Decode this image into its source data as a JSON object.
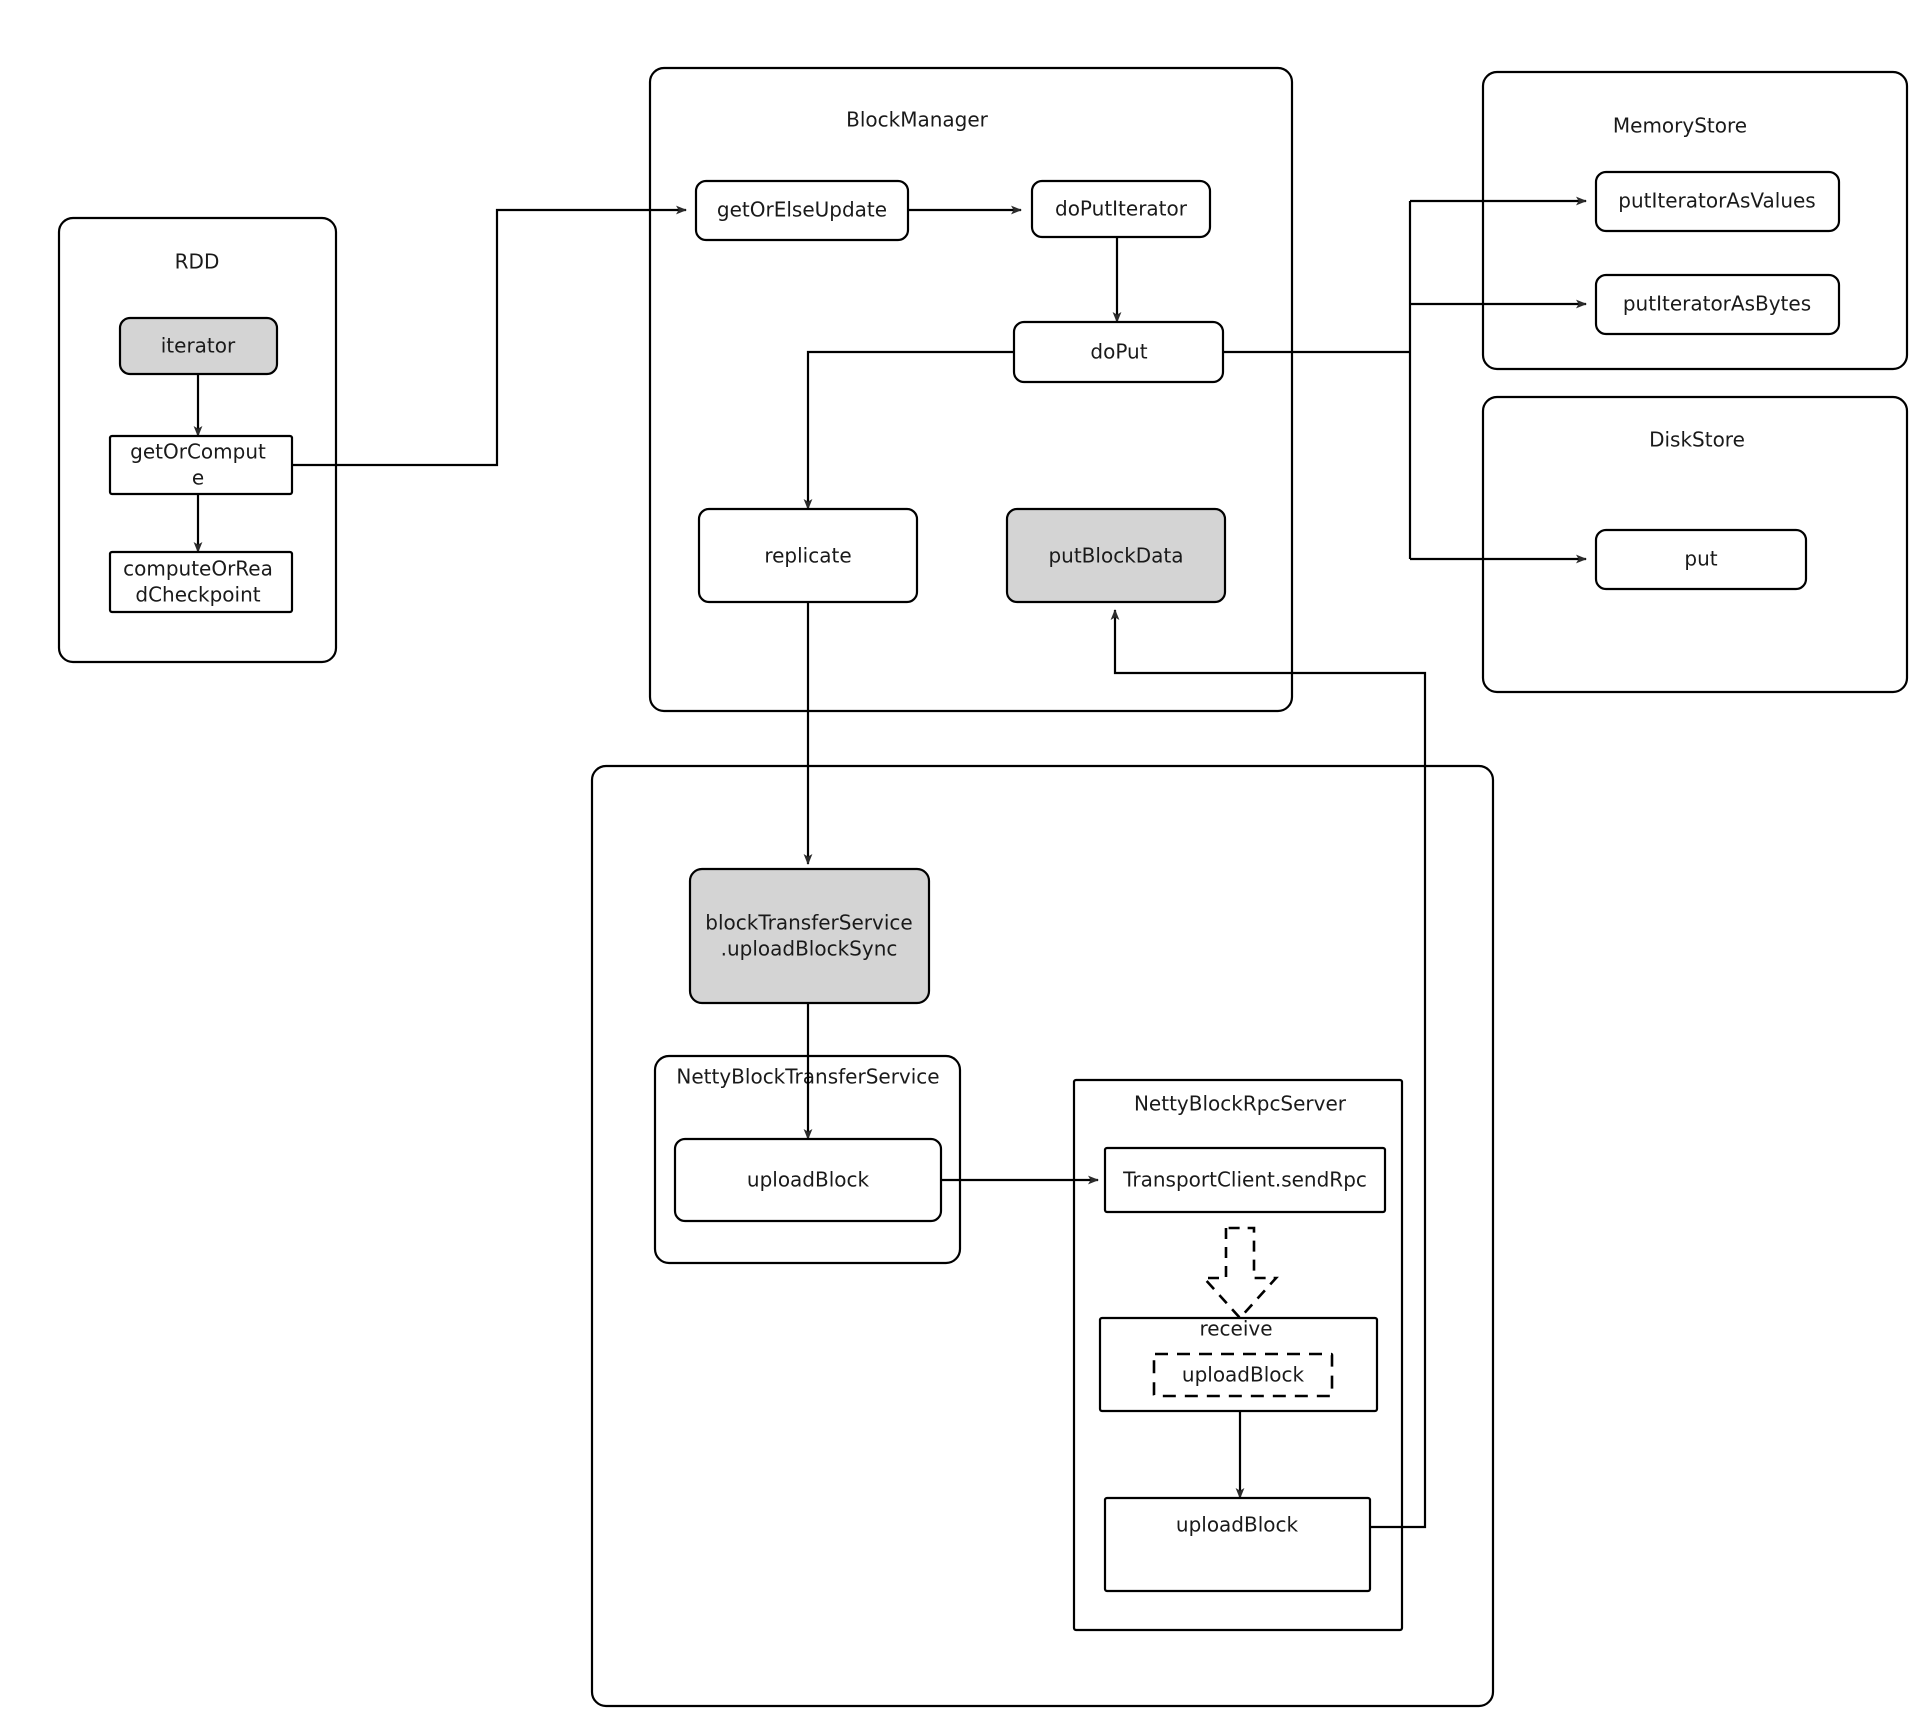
{
  "diagram": {
    "title": "Spark BlockManager block write flow",
    "type": "flowchart",
    "background_color": "#ffffff",
    "shaded_fill": "#d4d4d4",
    "plain_fill": "#ffffff",
    "stroke_color": "#000000"
  },
  "containers": {
    "rdd": {
      "label": "RDD"
    },
    "block_manager": {
      "label": "BlockManager"
    },
    "memory_store": {
      "label": "MemoryStore"
    },
    "disk_store": {
      "label": "DiskStore"
    },
    "outer_transfer": {
      "label": ""
    },
    "netty_block_transfer_service": {
      "label": "NettyBlockTransferService"
    },
    "netty_block_rpc_server": {
      "label": "NettyBlockRpcServer"
    }
  },
  "nodes": {
    "iterator": {
      "label": "iterator",
      "shaded": true
    },
    "get_or_compute": {
      "label_line1": "getOrComput",
      "label_line2": "e",
      "shaded": false
    },
    "compute_or_read_checkpoint": {
      "label_line1": "computeOrRea",
      "label_line2": "dCheckpoint",
      "shaded": false
    },
    "get_or_else_update": {
      "label": "getOrElseUpdate",
      "shaded": false
    },
    "do_put_iterator": {
      "label": "doPutIterator",
      "shaded": false
    },
    "do_put": {
      "label": "doPut",
      "shaded": false
    },
    "replicate": {
      "label": "replicate",
      "shaded": false
    },
    "put_block_data": {
      "label": "putBlockData",
      "shaded": true
    },
    "put_iterator_as_values": {
      "label": "putIteratorAsValues",
      "shaded": false
    },
    "put_iterator_as_bytes": {
      "label": "putIteratorAsBytes",
      "shaded": false
    },
    "disk_put": {
      "label": "put",
      "shaded": false
    },
    "block_transfer_service_upload_block_sync": {
      "label_line1": "blockTransferService",
      "label_line2": ".uploadBlockSync",
      "shaded": true
    },
    "upload_block_client": {
      "label": "uploadBlock",
      "shaded": false
    },
    "transport_client_send_rpc": {
      "label": "TransportClient.sendRpc",
      "shaded": false
    },
    "receive": {
      "label": "receive",
      "shaded": false
    },
    "receive_upload_block": {
      "label": "uploadBlock",
      "shaded": false,
      "dashed": true
    },
    "upload_block_server": {
      "label": "uploadBlock",
      "shaded": false
    }
  },
  "edges": [
    {
      "from": "iterator",
      "to": "get_or_compute",
      "arrow": true
    },
    {
      "from": "get_or_compute",
      "to": "compute_or_read_checkpoint",
      "arrow": true
    },
    {
      "from": "get_or_compute",
      "to": "get_or_else_update",
      "arrow": true
    },
    {
      "from": "get_or_else_update",
      "to": "do_put_iterator",
      "arrow": true
    },
    {
      "from": "do_put_iterator",
      "to": "do_put",
      "arrow": true
    },
    {
      "from": "do_put",
      "to": "replicate",
      "arrow": true
    },
    {
      "from": "do_put",
      "to": "put_iterator_as_values",
      "arrow": true
    },
    {
      "from": "do_put",
      "to": "put_iterator_as_bytes",
      "arrow": true
    },
    {
      "from": "do_put",
      "to": "disk_put",
      "arrow": true
    },
    {
      "from": "replicate",
      "to": "block_transfer_service_upload_block_sync",
      "arrow": true
    },
    {
      "from": "block_transfer_service_upload_block_sync",
      "to": "upload_block_client",
      "arrow": true
    },
    {
      "from": "upload_block_client",
      "to": "transport_client_send_rpc",
      "arrow": true
    },
    {
      "from": "transport_client_send_rpc",
      "to": "receive",
      "arrow": "hollow-dashed"
    },
    {
      "from": "receive",
      "to": "upload_block_server",
      "arrow": true
    },
    {
      "from": "upload_block_server",
      "to": "put_block_data",
      "arrow": true
    }
  ]
}
